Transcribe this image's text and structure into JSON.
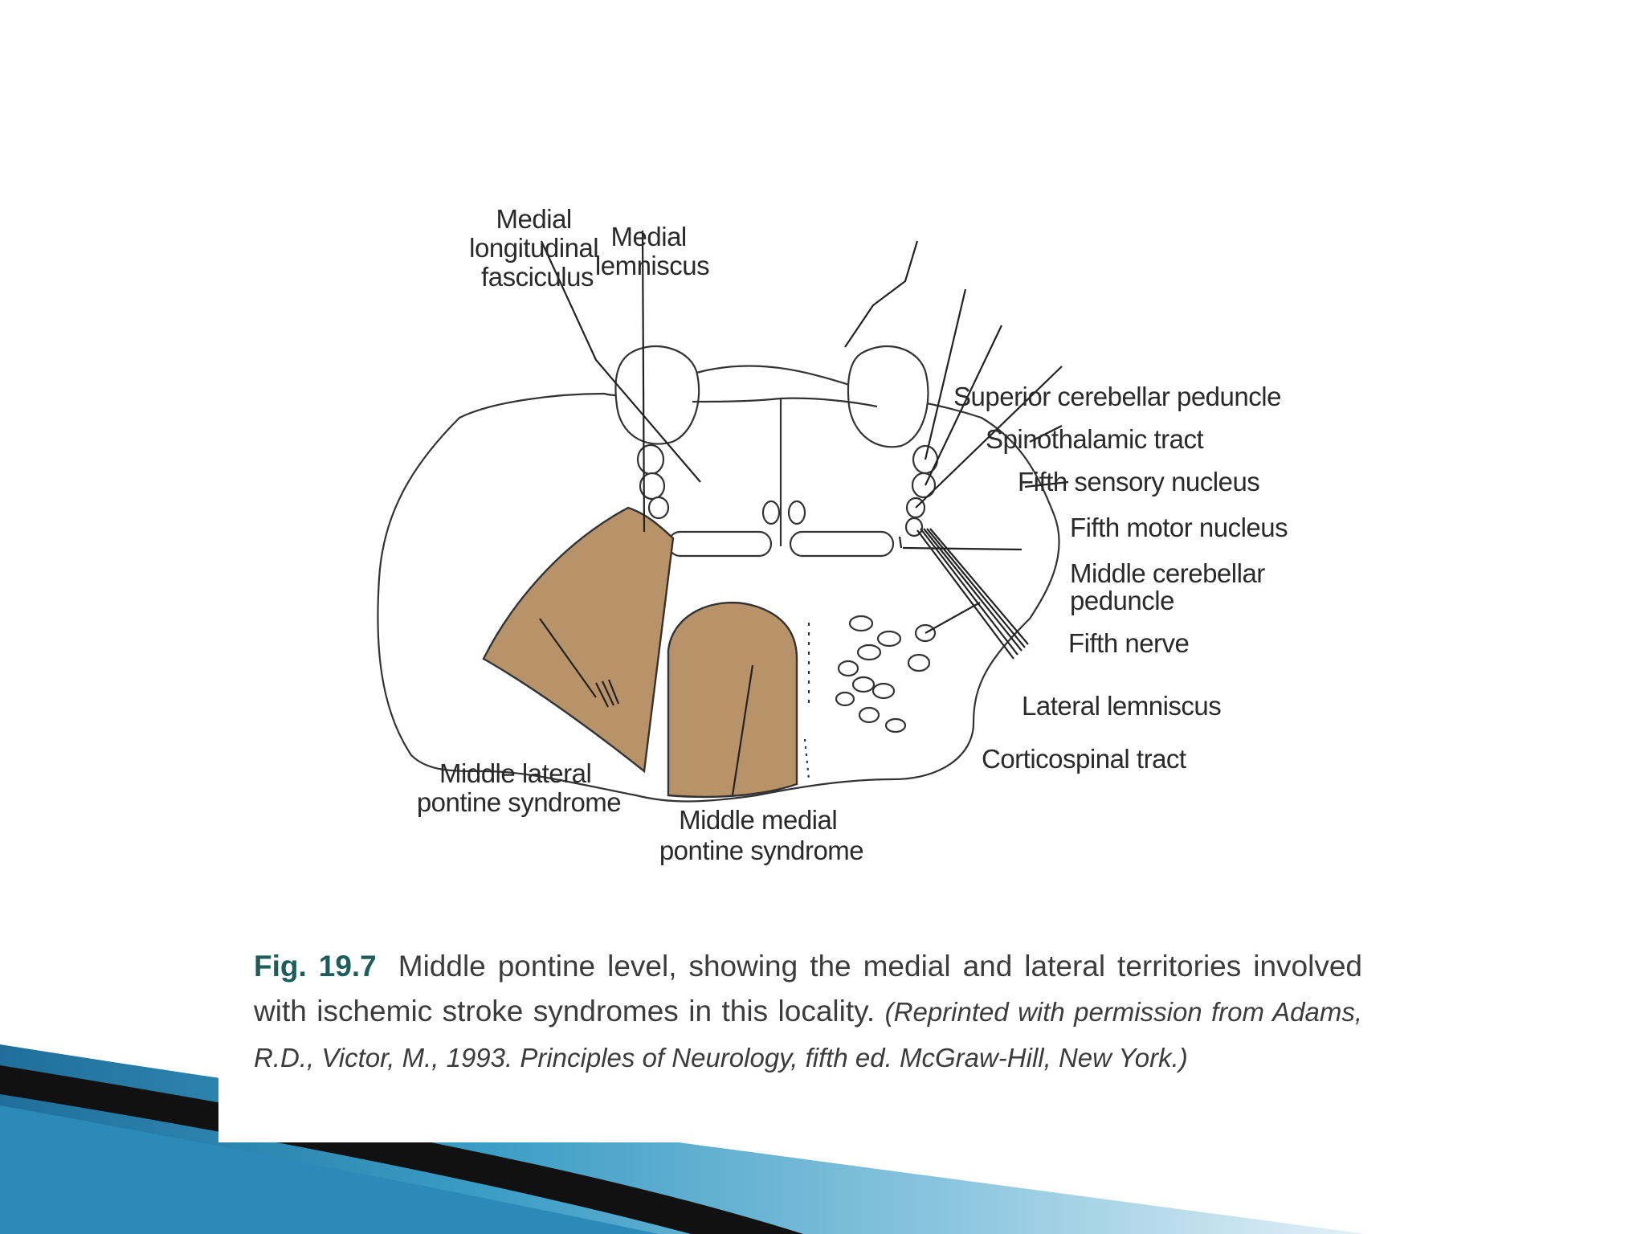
{
  "labels": {
    "mlf_1": "Medial",
    "mlf_2": "longitudinal",
    "mlf_3": "fasciculus",
    "ml_1": "Medial",
    "ml_2": "lemniscus",
    "scp": "Superior cerebellar peduncle",
    "stt": "Spinothalamic tract",
    "fsn": "Fifth sensory nucleus",
    "fmn": "Fifth motor nucleus",
    "mcp_1": "Middle cerebellar",
    "mcp_2": "peduncle",
    "fifth_nerve": "Fifth nerve",
    "lat_lem": "Lateral lemniscus",
    "cst": "Corticospinal tract",
    "mlps_1": "Middle lateral",
    "mlps_2": "pontine syndrome",
    "mmps_1": "Middle medial",
    "mmps_2": "pontine syndrome"
  },
  "caption": {
    "figure_number": "Fig. 19.7",
    "text": "Middle pontine level, showing the medial and lateral territories involved with ischemic stroke syndromes in this locality.",
    "credit": "(Reprinted with permission from Adams, R.D., Victor, M., 1993. Principles of Neurology, fifth ed. McGraw-Hill, New York.)"
  },
  "colors": {
    "lesion_fill": "#b8936a",
    "caption_accent": "#1d5d5a",
    "slide_deco_blue": "#2f86b2"
  }
}
